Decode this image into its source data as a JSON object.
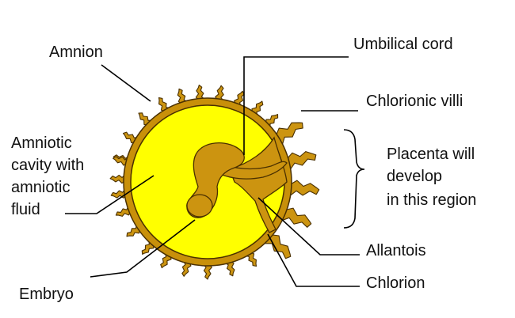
{
  "labels": {
    "amnion": "Amnion",
    "umbilical_cord": "Umbilical cord",
    "chorionic_villi": "Chlorionic villi",
    "amniotic_cavity": [
      "Amniotic",
      "cavity with",
      "amniotic",
      "fluid"
    ],
    "placenta_note": [
      "Placenta will",
      "develop",
      "in this region"
    ],
    "allantois": "Allantois",
    "chorion": "Chlorion",
    "embryo": "Embryo"
  },
  "colors": {
    "cavity_fill": "#ffff00",
    "membrane": "#c8900a",
    "tissue": "#cc9410",
    "outline": "#4a3000",
    "leader": "#000000"
  }
}
